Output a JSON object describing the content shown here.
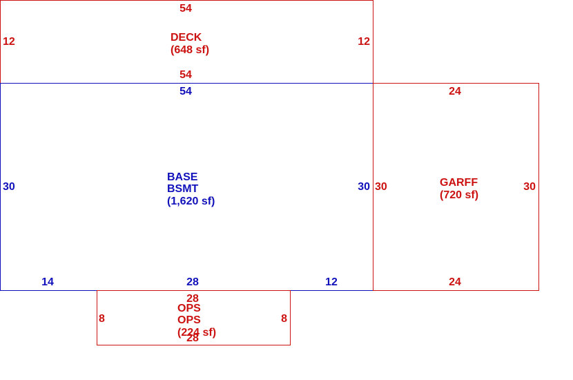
{
  "colors": {
    "addition": "#cc1111",
    "base": "#1111bb",
    "background": "#ffffff"
  },
  "areas": {
    "deck": {
      "name": "DECK",
      "area": "(648 sf)",
      "dims": {
        "top": "54",
        "bottom": "54",
        "left": "12",
        "right": "12"
      }
    },
    "base": {
      "name1": "BASE",
      "name2": "BSMT",
      "area": "(1,620 sf)",
      "dims": {
        "top": "54",
        "left": "30",
        "right": "30",
        "bottom_left": "14",
        "bottom_mid": "28",
        "bottom_right": "12"
      }
    },
    "garff": {
      "name": "GARFF",
      "area": "(720 sf)",
      "dims": {
        "top": "24",
        "bottom": "24",
        "left": "30",
        "right": "30"
      }
    },
    "ops": {
      "name1": "OPS",
      "name2": "OPS",
      "area": "(224 sf)",
      "dims": {
        "top": "28",
        "bottom": "28",
        "left": "8",
        "right": "8"
      }
    }
  }
}
